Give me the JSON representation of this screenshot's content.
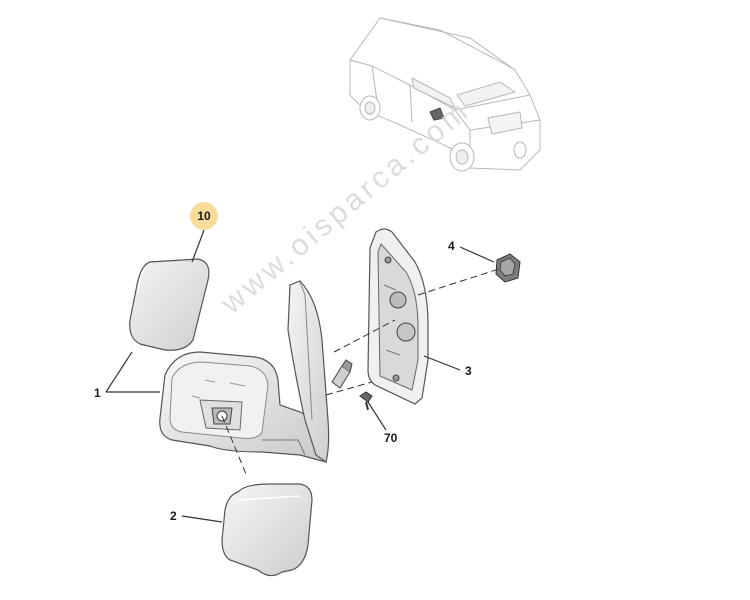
{
  "watermark": "www.oisparca.com",
  "callouts": {
    "c10": "10",
    "c1": "1",
    "c2": "2",
    "c3": "3",
    "c4": "4",
    "c70": "70"
  },
  "colors": {
    "highlight": "#f7dd9a",
    "line": "#333333",
    "part_fill": "#eeeeee",
    "part_shadow": "#bdbdbd"
  }
}
